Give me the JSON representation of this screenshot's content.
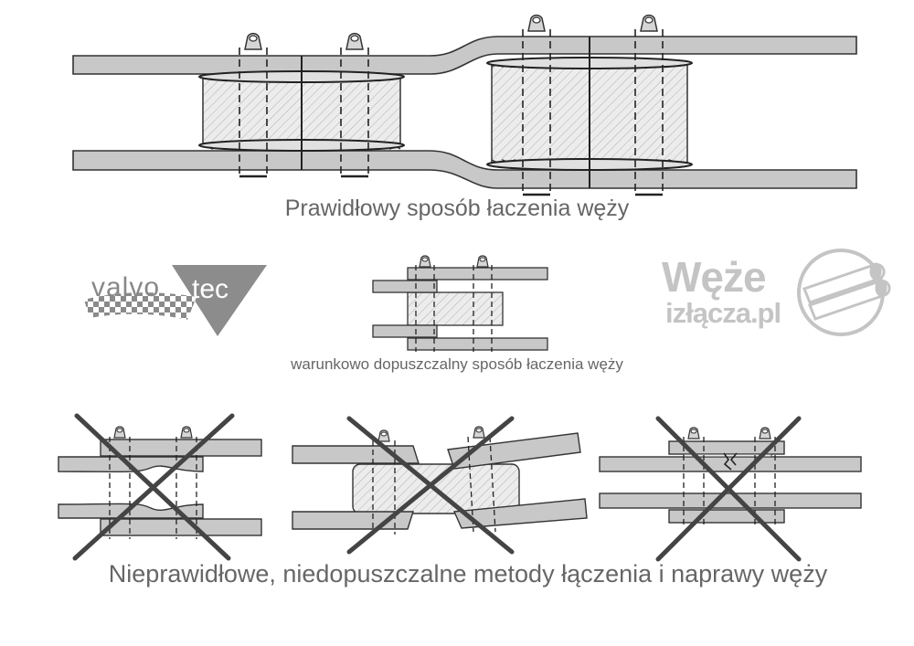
{
  "captions": {
    "correct": "Prawidłowy sposób łaczenia węży",
    "conditional": "warunkowo dopuszczalny sposób łaczenia węży",
    "incorrect": "Nieprawidłowe, niedopuszczalne metody łączenia i naprawy węży"
  },
  "logos": {
    "valvotec": {
      "part1": "valvo",
      "part2": "tec"
    },
    "weze": {
      "line1": "Węże",
      "line2": "izłącza.pl"
    }
  },
  "colors": {
    "hose_fill": "#c8c8c8",
    "fitting_fill": "#ececec",
    "stroke": "#333333",
    "cross": "#444444",
    "caption": "#666666",
    "logo_gray": "#c4c4c4"
  }
}
